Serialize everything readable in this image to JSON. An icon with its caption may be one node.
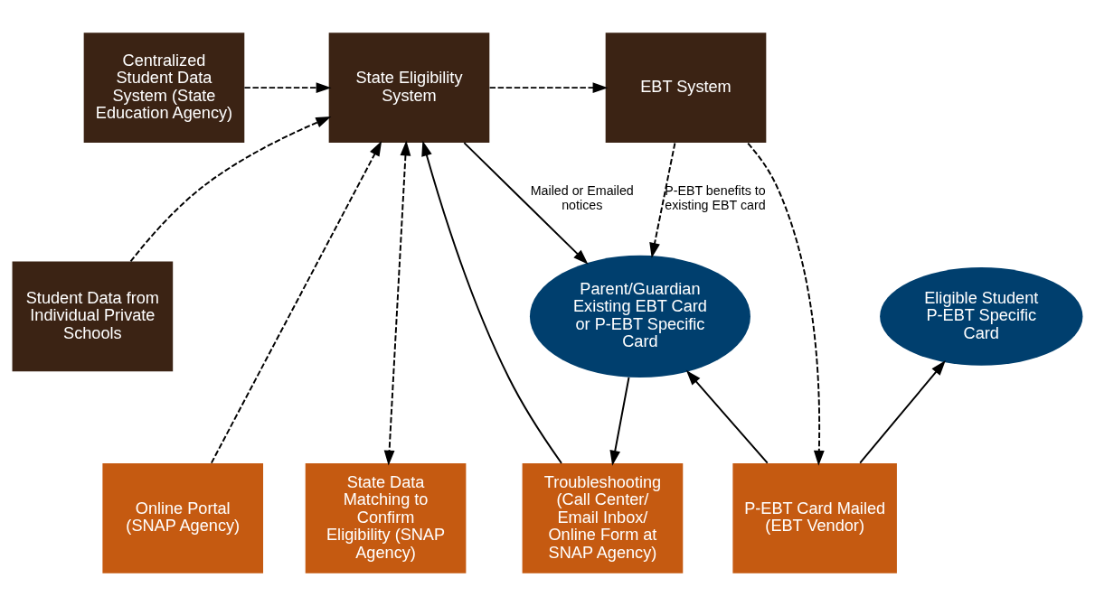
{
  "diagram": {
    "nodes": [
      {
        "text": [
          "Centralized Student Data System (State Education Agency)"
        ]
      },
      {
        "text": [
          "State Eligibility System"
        ]
      },
      {
        "text": [
          "EBT System"
        ]
      },
      {
        "text": [
          "Student Data from Individual Private Schools"
        ]
      },
      {
        "text": [
          "Parent/Guardian Existing EBT Card or P-EBT Specific Card"
        ]
      },
      {
        "text": [
          "Eligible Student P-EBT Specific Card"
        ]
      },
      {
        "text": [
          "Online Portal (SNAP Agency)"
        ]
      },
      {
        "text": [
          "State Data Matching to Confirm Eligibility (SNAP Agency)"
        ]
      },
      {
        "text": [
          "Troubleshooting (Call Center/ Email Inbox/ Online Form at SNAP Agency)"
        ]
      },
      {
        "text": [
          "P-EBT Card Mailed (EBT Vendor)"
        ]
      }
    ],
    "edges": [
      {
        "from": 0,
        "to": 1,
        "arrow": "to",
        "style": "dashed"
      },
      {
        "from": 3,
        "to": 1,
        "arrow": "to",
        "style": "dashed"
      },
      {
        "from": 1,
        "to": 2,
        "arrow": "to",
        "style": "dashed"
      },
      {
        "from": 1,
        "to": 4,
        "arrow": "to",
        "label": "Mailed or Emailed notices"
      },
      {
        "from": 2,
        "to": 4,
        "arrow": "to",
        "style": "dashed",
        "label": "P-EBT benefits to existing EBT card"
      },
      {
        "from": 2,
        "to": 9,
        "arrow": "to",
        "style": "dashed"
      },
      {
        "from": 6,
        "to": 1,
        "arrow": "to",
        "style": "dashed"
      },
      {
        "from": 1,
        "to": 7,
        "arrow": "both",
        "style": "dashed"
      },
      {
        "from": 8,
        "to": 1,
        "arrow": "to"
      },
      {
        "from": 4,
        "to": 8,
        "arrow": "to"
      },
      {
        "from": 9,
        "to": 4,
        "arrow": "to"
      },
      {
        "from": 9,
        "to": 5,
        "arrow": "to"
      }
    ]
  }
}
